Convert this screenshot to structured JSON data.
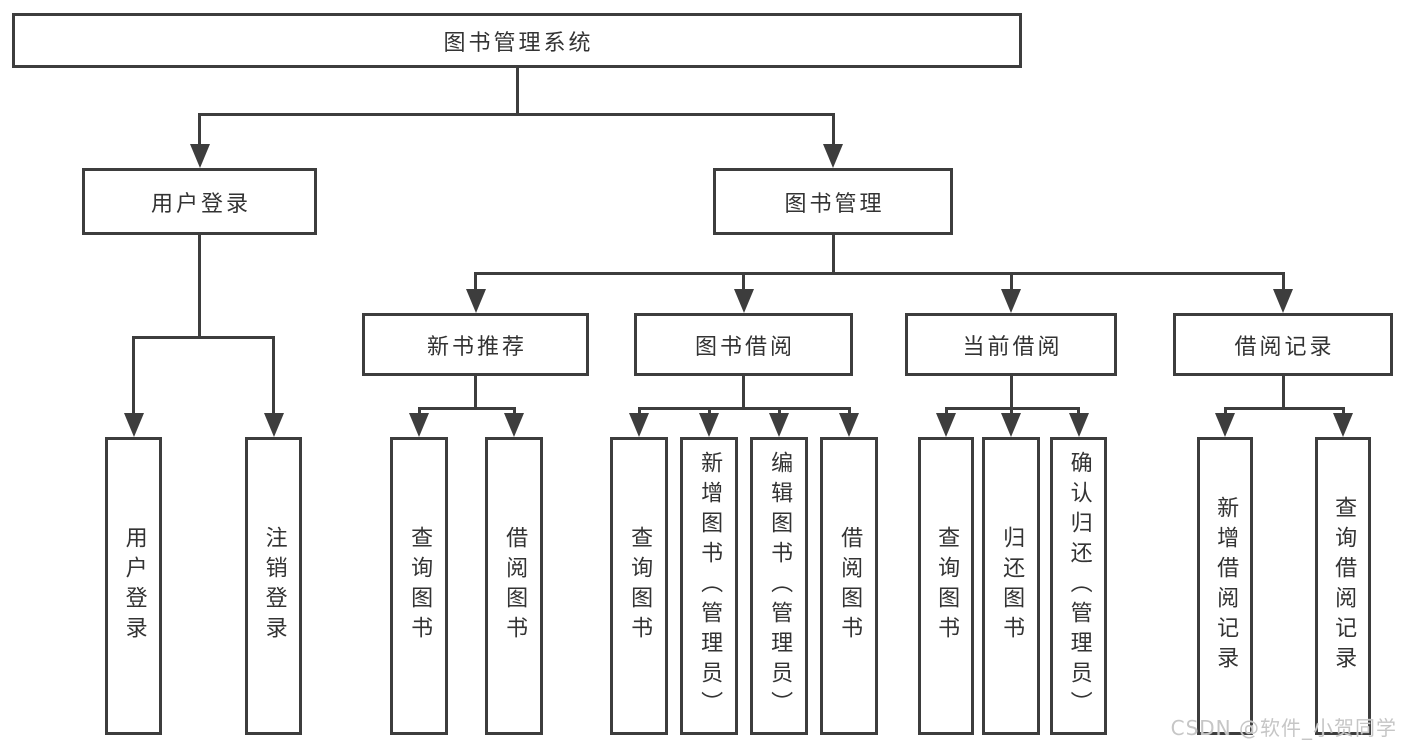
{
  "diagram": {
    "type": "tree",
    "title": "图书管理系统",
    "accent_color": "#3d3d3d",
    "text_color": "#333333",
    "nodes": [
      {
        "id": "root",
        "label": "图书管理系统"
      },
      {
        "id": "user-login",
        "label": "用户登录"
      },
      {
        "id": "book-management",
        "label": "图书管理"
      },
      {
        "id": "new-book-recommend",
        "label": "新书推荐"
      },
      {
        "id": "book-borrow",
        "label": "图书借阅"
      },
      {
        "id": "current-borrow",
        "label": "当前借阅"
      },
      {
        "id": "borrow-records",
        "label": "借阅记录"
      },
      {
        "id": "user-login-leaf",
        "label": "用户登录"
      },
      {
        "id": "logout-leaf",
        "label": "注销登录"
      },
      {
        "id": "query-book-recommend",
        "label": "查询图书"
      },
      {
        "id": "borrow-book-recommend",
        "label": "借阅图书"
      },
      {
        "id": "query-book-borrow",
        "label": "查询图书"
      },
      {
        "id": "add-book-admin",
        "label": "新增图书（管理员）"
      },
      {
        "id": "edit-book-admin",
        "label": "编辑图书（管理员）"
      },
      {
        "id": "borrow-book-leaf",
        "label": "借阅图书"
      },
      {
        "id": "query-book-current",
        "label": "查询图书"
      },
      {
        "id": "return-book-leaf",
        "label": "归还图书"
      },
      {
        "id": "confirm-return-admin",
        "label": "确认归还（管理员）"
      },
      {
        "id": "add-borrow-record",
        "label": "新增借阅记录"
      },
      {
        "id": "query-borrow-record",
        "label": "查询借阅记录"
      }
    ],
    "edges": [
      {
        "parent": "root",
        "children": [
          "user-login",
          "book-management"
        ]
      },
      {
        "parent": "user-login",
        "children": [
          "user-login-leaf",
          "logout-leaf"
        ]
      },
      {
        "parent": "book-management",
        "children": [
          "new-book-recommend",
          "book-borrow",
          "current-borrow",
          "borrow-records"
        ]
      },
      {
        "parent": "new-book-recommend",
        "children": [
          "query-book-recommend",
          "borrow-book-recommend"
        ]
      },
      {
        "parent": "book-borrow",
        "children": [
          "query-book-borrow",
          "add-book-admin",
          "edit-book-admin",
          "borrow-book-leaf"
        ]
      },
      {
        "parent": "current-borrow",
        "children": [
          "query-book-current",
          "return-book-leaf",
          "confirm-return-admin"
        ]
      },
      {
        "parent": "borrow-records",
        "children": [
          "add-borrow-record",
          "query-borrow-record"
        ]
      }
    ]
  },
  "watermark": {
    "text": "CSDN @软件_小贺同学"
  }
}
